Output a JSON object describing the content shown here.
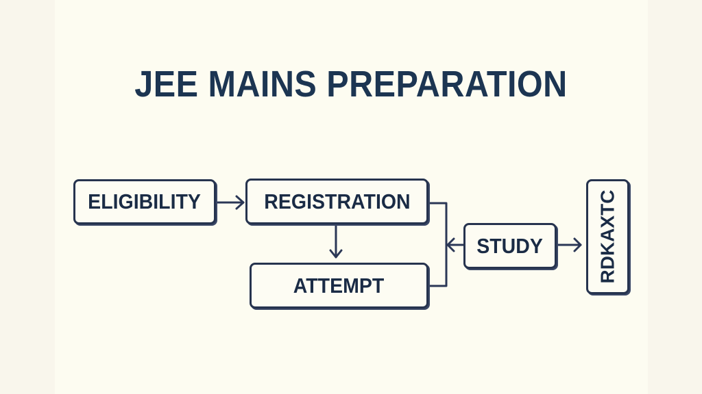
{
  "title": "JEE MAINS PREPARATION",
  "nodes": {
    "eligibility": "ELIGIBILITY",
    "registration": "REGISTRATION",
    "attempt": "ATTEMPT",
    "study": "STUDY",
    "practice_garbled": "RDKAXTC"
  },
  "edges": [
    {
      "from": "ELIGIBILITY",
      "to": "REGISTRATION"
    },
    {
      "from": "REGISTRATION",
      "to": "ATTEMPT"
    },
    {
      "from": "STUDY",
      "to": "REGISTRATION/ATTEMPT bracket"
    },
    {
      "from": "STUDY",
      "to": "RDKAXTC"
    }
  ],
  "colors": {
    "background": "#fdfcf1",
    "side_bands": "#f9f6ec",
    "ink": "#1c3552",
    "stroke": "#26334e"
  }
}
